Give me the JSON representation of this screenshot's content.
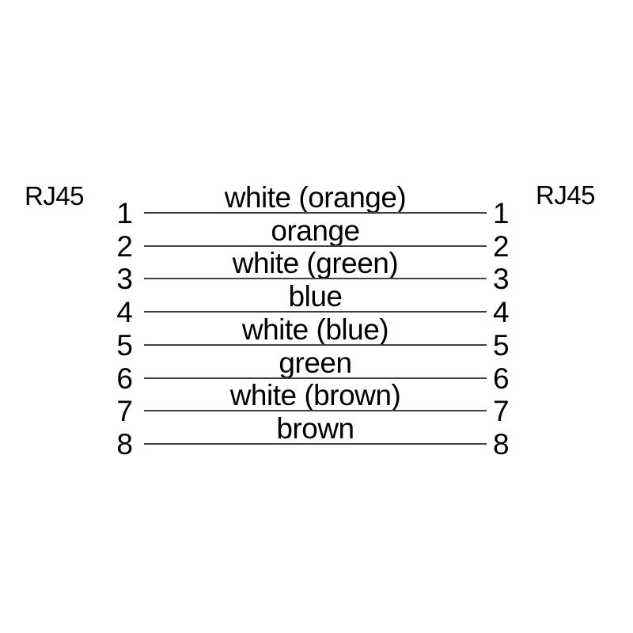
{
  "diagram": {
    "left_connector": "RJ45",
    "right_connector": "RJ45",
    "line_color": "#414141",
    "ink_color": "#000000",
    "rows": [
      {
        "left_pin": "1",
        "wire": "white (orange)",
        "right_pin": "1"
      },
      {
        "left_pin": "2",
        "wire": "orange",
        "right_pin": "2"
      },
      {
        "left_pin": "3",
        "wire": "white (green)",
        "right_pin": "3"
      },
      {
        "left_pin": "4",
        "wire": "blue",
        "right_pin": "4"
      },
      {
        "left_pin": "5",
        "wire": "white (blue)",
        "right_pin": "5"
      },
      {
        "left_pin": "6",
        "wire": "green",
        "right_pin": "6"
      },
      {
        "left_pin": "7",
        "wire": "white (brown)",
        "right_pin": "7"
      },
      {
        "left_pin": "8",
        "wire": "brown",
        "right_pin": "8"
      }
    ]
  }
}
